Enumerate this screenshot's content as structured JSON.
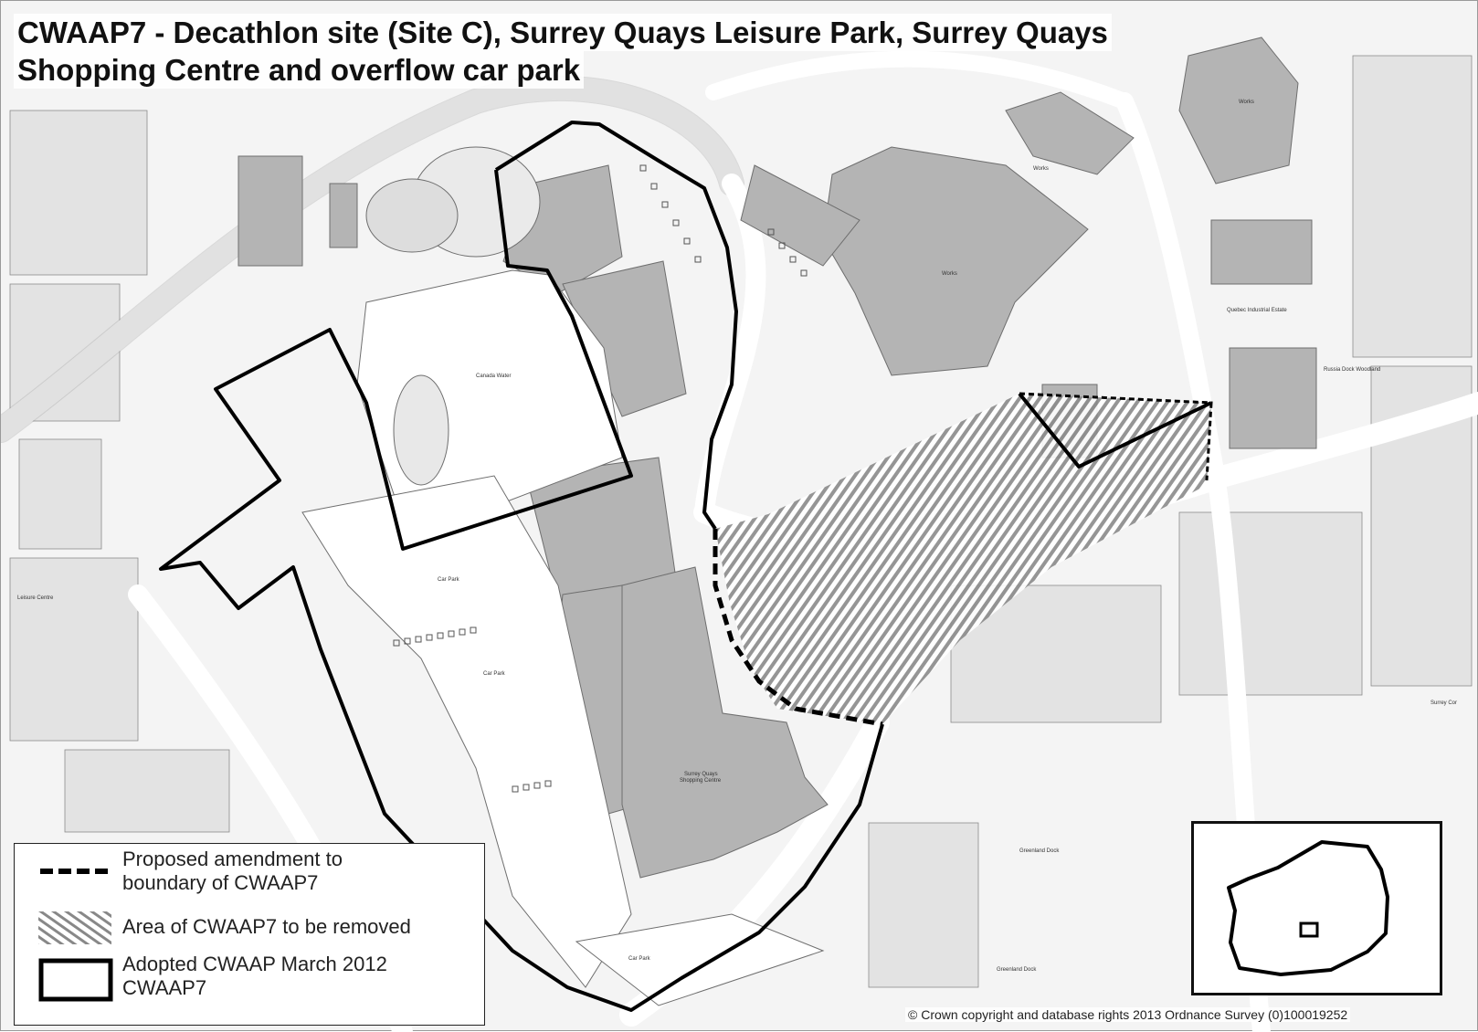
{
  "map": {
    "title_line1": "CWAAP7 - Decathlon site (Site C), Surrey Quays Leisure Park, Surrey Quays",
    "title_line2": "Shopping Centre and  overflow car park",
    "labels": {
      "canada_water": "Canada Water",
      "shopping_centre_1": "Surrey Quays",
      "shopping_centre_2": "Shopping Centre",
      "works_1": "Works",
      "works_2": "Works",
      "works_3": "Works",
      "car_park_1": "Car Park",
      "car_park_2": "Car Park",
      "car_park_3": "Car Park",
      "greenland_dock_1": "Greenland Dock",
      "greenland_dock_2": "Greenland Dock",
      "leisure_centre": "Leisure Centre",
      "surrey_cor": "Surrey Cor",
      "quebec_industrial_estate": "Quebec Industrial Estate",
      "russia_dock_woodland": "Russia Dock Woodland"
    },
    "legend": {
      "dashed_label_1": "Proposed amendment to",
      "dashed_label_2": "boundary of CWAAP7",
      "hatch_label": "Area of CWAAP7 to be removed",
      "solid_label_1": "Adopted CWAAP March 2012",
      "solid_label_2": "CWAAP7"
    },
    "copyright": "© Crown copyright and database rights 2013 Ordnance Survey (0)100019252",
    "colors": {
      "building": "#b4b4b4",
      "road": "#ffffff",
      "ground": "#f4f4f4",
      "boundary": "#000000",
      "water": "#e8e8e8"
    }
  }
}
